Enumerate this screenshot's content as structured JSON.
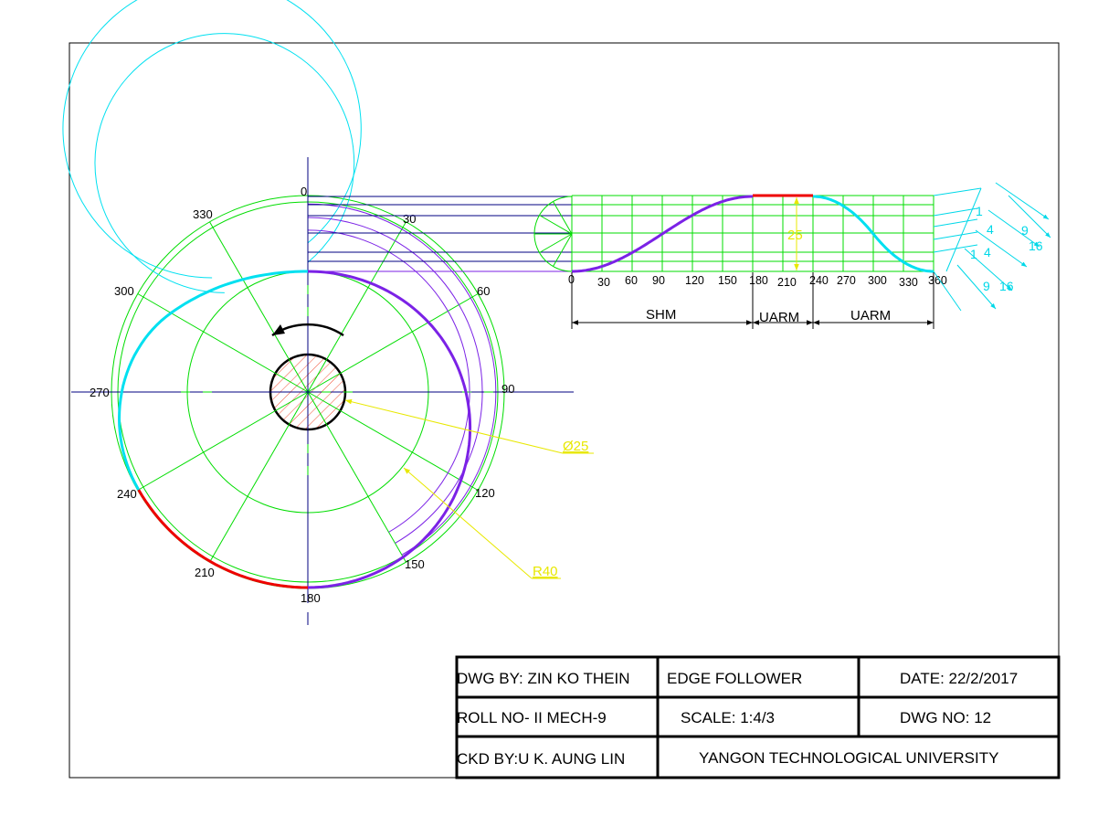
{
  "angle_labels": {
    "cam": [
      "0",
      "30",
      "60",
      "90",
      "120",
      "150",
      "180",
      "210",
      "240",
      "270",
      "300",
      "330"
    ],
    "axis": [
      "0",
      "30",
      "60",
      "90",
      "120",
      "150",
      "180",
      "210",
      "240",
      "270",
      "300",
      "330",
      "360"
    ]
  },
  "dimensions": {
    "shm": "SHM",
    "uarm1": "UARM",
    "uarm2": "UARM",
    "lift": "25",
    "shaft": "Ø25",
    "radius": "R40"
  },
  "accel_diagram": {
    "upper": [
      "1",
      "4",
      "9",
      "16"
    ],
    "lower": [
      "1",
      "4",
      "9",
      "16"
    ]
  },
  "title_block": {
    "dwg_by": "DWG BY: ZIN KO THEIN",
    "title": "EDGE FOLLOWER",
    "date": "DATE: 22/2/2017",
    "roll_no": "ROLL NO- II MECH-9",
    "scale": "SCALE: 1:4/3",
    "dwg_no": "DWG NO: 12",
    "ckd_by": "CKD BY:U K. AUNG LIN",
    "university": "YANGON TECHNOLOGICAL UNIVERSITY"
  },
  "colors": {
    "construction": "#00dd00",
    "shm_profile": "#7b22e6",
    "dwell": "#ee0000",
    "uarm_profile": "#00e0f0",
    "dimension": "#e8e800",
    "axis": "#000080"
  }
}
